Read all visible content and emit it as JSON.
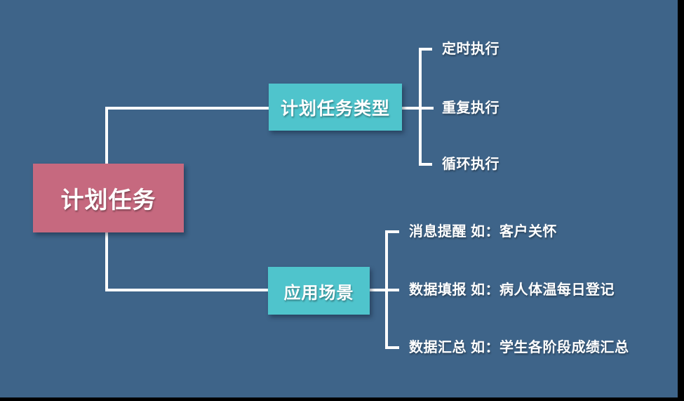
{
  "colors": {
    "background": "#3e6489",
    "root_node": "#c6697f",
    "branch_node": "#4fc4cc",
    "connector": "#ffffff",
    "label_text": "#ffffff",
    "screen_edge": "#000000"
  },
  "mindmap": {
    "root": {
      "label": "计划任务"
    },
    "branches": [
      {
        "label": "计划任务类型",
        "children": [
          {
            "label": "定时执行"
          },
          {
            "label": "重复执行"
          },
          {
            "label": "循环执行"
          }
        ]
      },
      {
        "label": "应用场景",
        "children": [
          {
            "label": "消息提醒 如：客户关怀"
          },
          {
            "label": "数据填报 如：病人体温每日登记"
          },
          {
            "label": "数据汇总 如：学生各阶段成绩汇总"
          }
        ]
      }
    ]
  }
}
